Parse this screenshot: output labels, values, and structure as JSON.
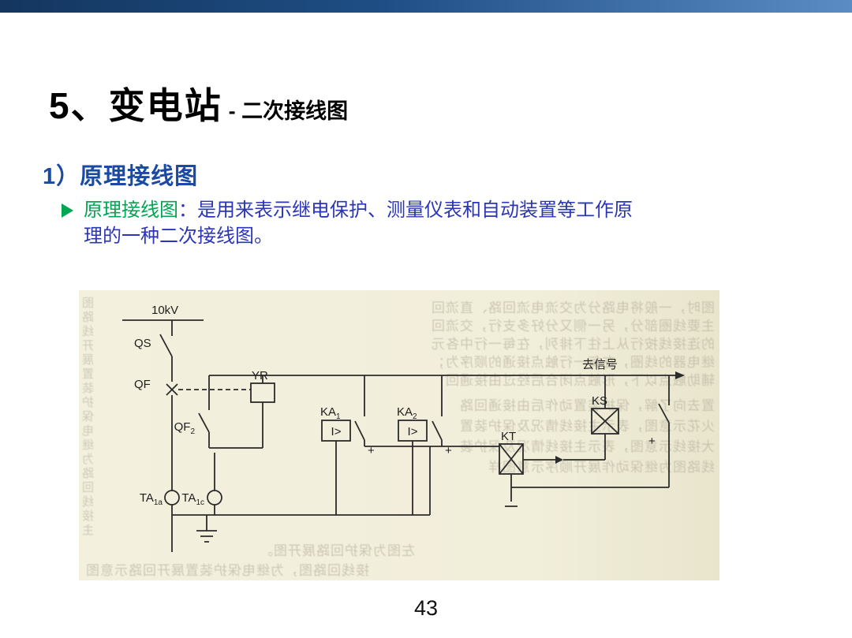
{
  "page": {
    "title": "5、变电站",
    "title_suffix": "- 二次接线图",
    "section_heading": "1）原理接线图",
    "bullet": {
      "icon": "arrow-right-icon",
      "term": "原理接线图",
      "body": "：是用来表示继电保护、测量仪表和自动装置等工作原理的一种二次接线图。"
    },
    "page_number": "43",
    "accent_colors": {
      "bar_gradient_start": "#14365f",
      "bar_gradient_end": "#5c8cc4",
      "heading_blue": "#1b4aa2",
      "body_blue": "#2b35b8",
      "term_green": "#00a651"
    }
  },
  "diagram": {
    "colors": {
      "paper": "#f2efdc",
      "line": "#2b2b2b"
    },
    "labels": {
      "voltage": "10kV",
      "qs": "QS",
      "qf": "QF",
      "yr": "YR",
      "qf2_base": "QF",
      "qf2_sub": "2",
      "ka1_base": "KA",
      "ka1_sub": "1",
      "ka2_base": "KA",
      "ka2_sub": "2",
      "kt": "KT",
      "ks": "KS",
      "overcurrent1": "I>",
      "overcurrent2": "I>",
      "to_signal": "去信号",
      "ta1a_base": "TA",
      "ta1a_sub": "1a",
      "ta1c_base": "TA",
      "ta1c_sub": "1c",
      "plus": "+"
    },
    "ghost": {
      "top": [
        "图时，一般将电路分为交流电流回路、直流回",
        "主要线圈部分，另一侧又分好多支行，交流回",
        "的连接线按行从上往下排列，在每一行中各元",
        "继电器的线圈，在每一行触点接通的顺序为；",
        "辅助触点以下，形触点闭合后经过由接通回"
      ],
      "mid": [
        "置去向了解，保护装置动作后由接通回路",
        "火花示意图，表示主接线情况及保护装置",
        "大接线示意图，表示主接线情况及保护装",
        "线路图为继保动作展开顺序示意图样"
      ],
      "bottom": [
        "左图为保护回路展开图。",
        "接线回路图，为继电保护装置展开回路示意图"
      ],
      "left_column": "图路线开展置装护保电继为路回线接主"
    }
  }
}
